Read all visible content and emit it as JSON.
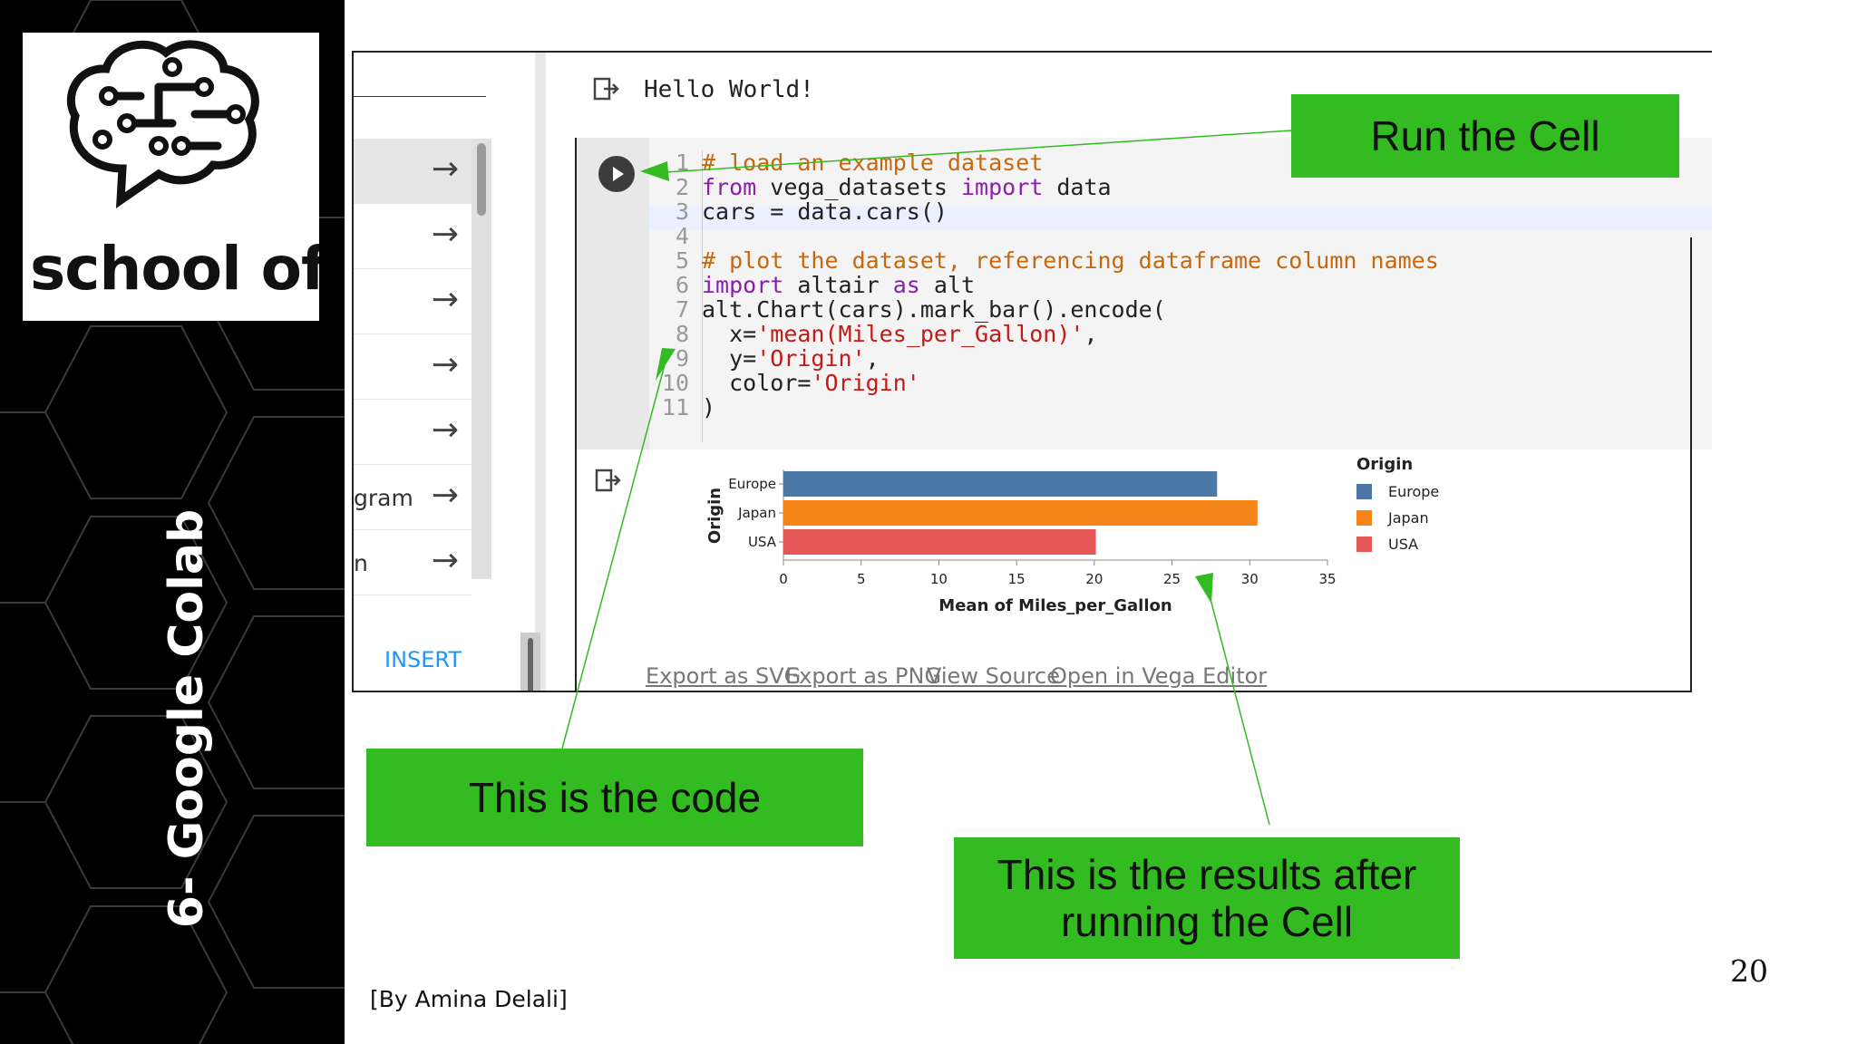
{
  "slide": {
    "logo_text": "school of ai",
    "vertical_title": "6- Google Colab",
    "credit": "[By Amina Delali]",
    "page_number": "20"
  },
  "colab": {
    "left_panel": {
      "rows": [
        {
          "label": "",
          "arrow": "→",
          "selected": true
        },
        {
          "label": "",
          "arrow": "→"
        },
        {
          "label": "",
          "arrow": "→"
        },
        {
          "label": "",
          "arrow": "→"
        },
        {
          "label": "",
          "arrow": "→"
        },
        {
          "label": "gram",
          "arrow": "→"
        },
        {
          "label": "n",
          "arrow": "→"
        }
      ],
      "insert_label": "INSERT"
    },
    "hello_output": "Hello World!",
    "code_lines": [
      {
        "n": "1",
        "tokens": [
          {
            "t": "# load an example dataset",
            "k": "com"
          }
        ]
      },
      {
        "n": "2",
        "tokens": [
          {
            "t": "from",
            "k": "kw"
          },
          {
            "t": " vega_datasets ",
            "k": ""
          },
          {
            "t": "import",
            "k": "kw"
          },
          {
            "t": " data",
            "k": ""
          }
        ]
      },
      {
        "n": "3",
        "tokens": [
          {
            "t": "cars = data.cars()",
            "k": ""
          }
        ]
      },
      {
        "n": "4",
        "tokens": []
      },
      {
        "n": "5",
        "tokens": [
          {
            "t": "# plot the dataset, referencing dataframe column names",
            "k": "com"
          }
        ]
      },
      {
        "n": "6",
        "tokens": [
          {
            "t": "import",
            "k": "kw"
          },
          {
            "t": " altair ",
            "k": ""
          },
          {
            "t": "as",
            "k": "kw"
          },
          {
            "t": " alt",
            "k": ""
          }
        ]
      },
      {
        "n": "7",
        "tokens": [
          {
            "t": "alt.Chart(cars).mark_bar().encode(",
            "k": ""
          }
        ]
      },
      {
        "n": "8",
        "tokens": [
          {
            "t": "  x=",
            "k": ""
          },
          {
            "t": "'mean(Miles_per_Gallon)'",
            "k": "str"
          },
          {
            "t": ",",
            "k": ""
          }
        ]
      },
      {
        "n": "9",
        "tokens": [
          {
            "t": "  y=",
            "k": ""
          },
          {
            "t": "'Origin'",
            "k": "str"
          },
          {
            "t": ",",
            "k": ""
          }
        ]
      },
      {
        "n": "10",
        "tokens": [
          {
            "t": "  color=",
            "k": ""
          },
          {
            "t": "'Origin'",
            "k": "str"
          }
        ]
      },
      {
        "n": "11",
        "tokens": [
          {
            "t": ")",
            "k": ""
          }
        ]
      }
    ],
    "export_links": [
      "Export as SVG",
      "Export as PNG",
      "View Source",
      "Open in Vega Editor"
    ]
  },
  "callouts": {
    "run": "Run the Cell",
    "code": "This is the code",
    "results": "This is the results after running the Cell"
  },
  "chart_data": {
    "type": "bar",
    "orientation": "horizontal",
    "categories": [
      "Europe",
      "Japan",
      "USA"
    ],
    "values": [
      27.9,
      30.5,
      20.1
    ],
    "colors": [
      "#4c78a8",
      "#f58518",
      "#e45756"
    ],
    "xlabel": "Mean of Miles_per_Gallon",
    "ylabel": "Origin",
    "xlim": [
      0,
      35
    ],
    "xticks": [
      0,
      5,
      10,
      15,
      20,
      25,
      30,
      35
    ],
    "legend": {
      "title": "Origin",
      "entries": [
        "Europe",
        "Japan",
        "USA"
      ],
      "position": "right"
    },
    "grid": false
  },
  "colors": {
    "callout_green": "#33bb22",
    "link_blue": "#2196f3"
  }
}
